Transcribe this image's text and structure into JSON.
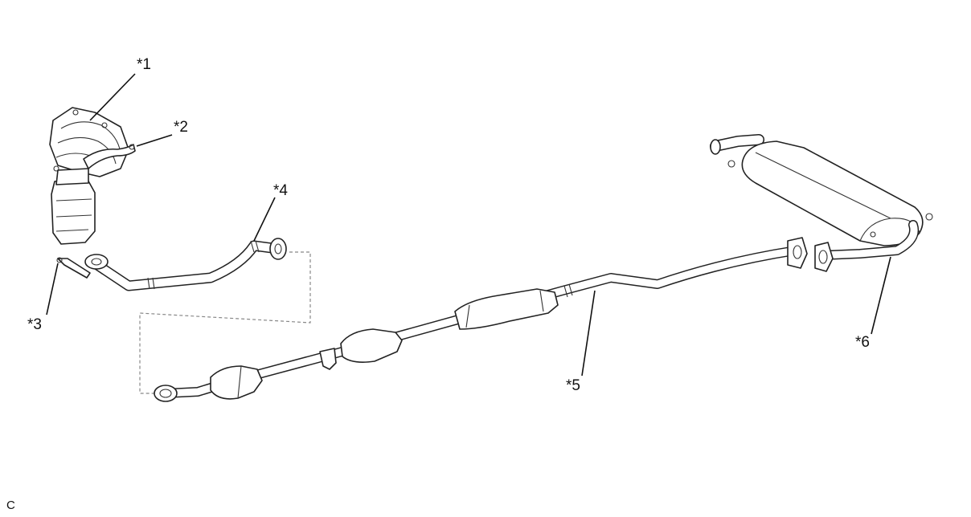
{
  "callouts": {
    "c1": "*1",
    "c2": "*2",
    "c3": "*3",
    "c4": "*4",
    "c5": "*5",
    "c6": "*6"
  },
  "corner_mark": "C"
}
